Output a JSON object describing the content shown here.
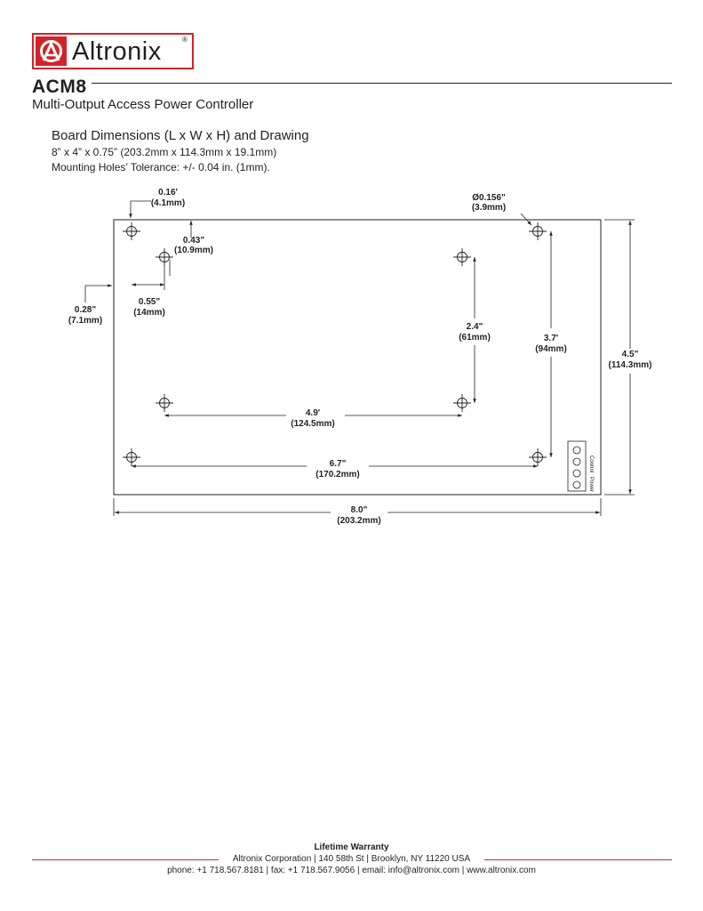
{
  "header": {
    "brand": "Altronix",
    "registered": "®",
    "model": "ACM8",
    "subtitle": "Multi-Output Access Power Controller"
  },
  "section": {
    "title": "Board Dimensions (L x W x H) and Drawing",
    "dimensions": "8” x 4” x 0.75” (203.2mm x 114.3mm x 19.1mm)",
    "tolerance": "Mounting Holes’ Tolerance: +/- 0.04 in. (1mm)."
  },
  "drawing": {
    "dims": {
      "hole_offset_x": [
        "0.16'",
        "(4.1mm)"
      ],
      "hole_diameter": [
        "Ø0.156\"",
        "(3.9mm)"
      ],
      "inner_offset_y": [
        "0.43\"",
        "(10.9mm)"
      ],
      "inner_offset_x": [
        "0.55\"",
        "(14mm)"
      ],
      "edge_offset": [
        "0.28\"",
        "(7.1mm)"
      ],
      "inner_height": [
        "2.4\"",
        "(61mm)"
      ],
      "outer_hole_height": [
        "3.7'",
        "(94mm)"
      ],
      "board_width": [
        "4.5\"",
        "(114.3mm)"
      ],
      "inner_span": [
        "4.9'",
        "(124.5mm)"
      ],
      "outer_span": [
        "6.7\"",
        "(170.2mm)"
      ],
      "board_length": [
        "8.0\"",
        "(203.2mm)"
      ]
    },
    "connector_labels": [
      "Power",
      "Control"
    ]
  },
  "footer": {
    "title": "Lifetime Warranty",
    "address": "Altronix Corporation | 140 58th St | Brooklyn, NY 11220 USA",
    "contact": "phone: +1 718.567.8181 | fax: +1 718.567.9056 | email: info@altronix.com | www.altronix.com"
  },
  "colors": {
    "brand_red": "#d2232a",
    "ink": "#231f20"
  }
}
